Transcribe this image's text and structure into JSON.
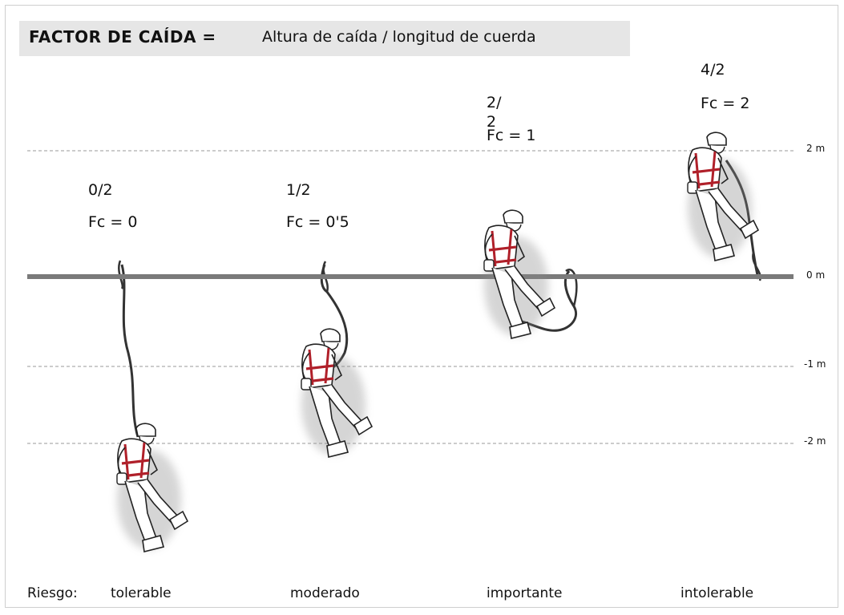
{
  "header": {
    "title": "FACTOR DE CAÍDA =",
    "formula": "Altura de caída / longitud de cuerda"
  },
  "axis_labels": [
    "2 m",
    "0 m",
    "-1 m",
    "-2 m"
  ],
  "cases": [
    {
      "ratio": "0/2",
      "fc": "Fc = 0",
      "risk": "tolerable"
    },
    {
      "ratio": "1/2",
      "fc": "Fc = 0'5",
      "risk": "moderado"
    },
    {
      "ratio": "2/\n2",
      "fc": "Fc = 1",
      "risk": "importante"
    },
    {
      "ratio": "4/2",
      "fc": "Fc = 2",
      "risk": "intolerable"
    }
  ],
  "footer": {
    "risk_label": "Riesgo:"
  },
  "colors": {
    "ground": "#7a7a7a",
    "harness": "#b0202a",
    "banner": "#e6e6e6",
    "dashed": "#9a9a9a"
  }
}
